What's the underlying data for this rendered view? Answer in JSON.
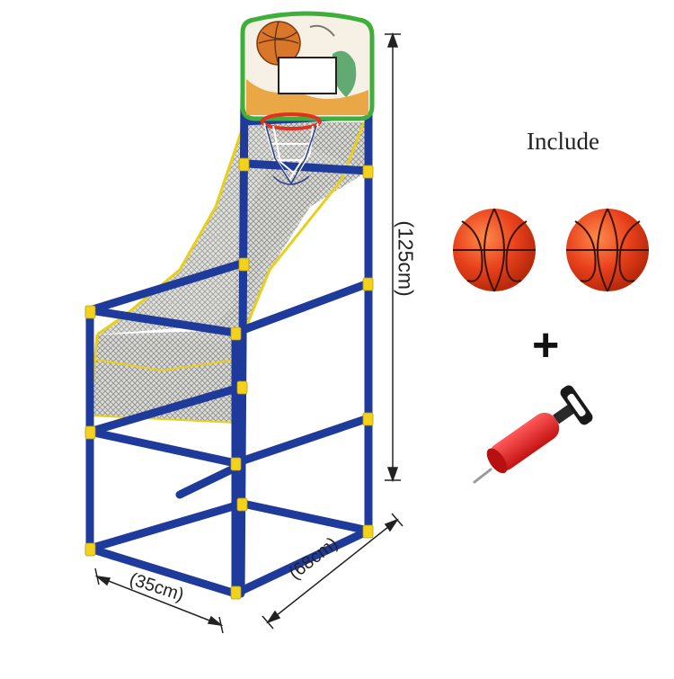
{
  "product": {
    "include_label": "Include",
    "plus_sign": "+",
    "dimensions": {
      "height": "(125cm)",
      "depth": "(68cm)",
      "width": "(35cm)"
    },
    "colors": {
      "frame": "#1e3a9a",
      "connector": "#f2d21c",
      "net": "#bdbdbd",
      "backboard_border": "#3fae3a",
      "hoop": "#e0321f",
      "ball": "#e8401c",
      "pump": "#e02626"
    },
    "accessories": [
      "basketball-icon",
      "basketball-icon",
      "air-pump-icon"
    ]
  }
}
